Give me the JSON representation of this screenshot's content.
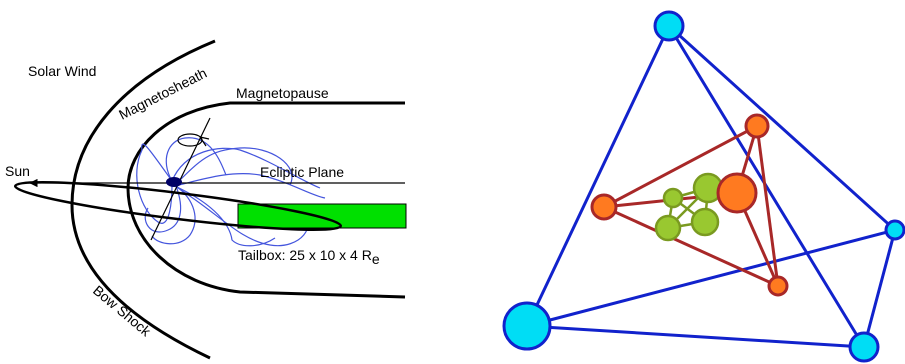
{
  "left_panel": {
    "labels": {
      "solar_wind": "Solar Wind",
      "magnetosheath": "Magnetosheath",
      "magnetopause": "Magnetopause",
      "sun": "Sun",
      "ecliptic_plane": "Ecliptic Plane",
      "tailbox_prefix": "Tailbox: 25 x 10 x 4 R",
      "tailbox_subscript": "e",
      "bow_shock": "Bow Shock"
    },
    "colors": {
      "lines": "#000000",
      "field_lines": "#4455dd",
      "tailbox_fill": "#00e000",
      "earth": "#000066"
    }
  },
  "right_panel": {
    "colors": {
      "outer_edges": "#1122cc",
      "outer_nodes": "#00ddf5",
      "middle_edges": "#a82828",
      "middle_nodes": "#ff7a20",
      "inner_edges": "#7a9a20",
      "inner_nodes": "#99c830"
    }
  }
}
